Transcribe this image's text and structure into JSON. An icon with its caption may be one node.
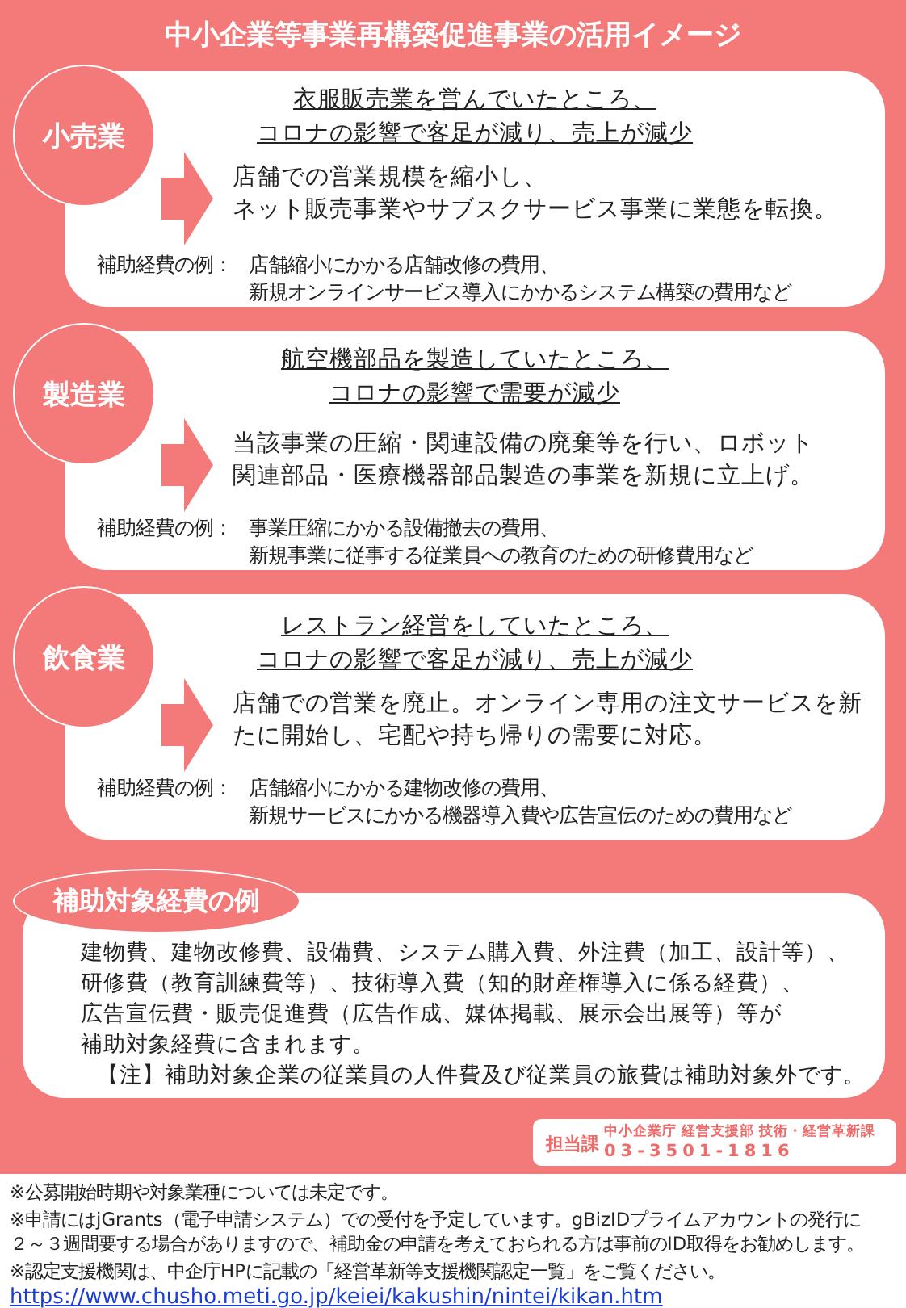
{
  "diagram": {
    "title": "中小企業等事業再構築促進事業の活用イメージ",
    "nodes": [
      {
        "text": [
          "小売業"
        ]
      },
      {
        "text": [
          "衣服販売業を営んでいたところ、コロナの影響で客足が減り、売上が減少",
          "店舗での営業規模を縮小し、ネット販売事業やサブスクサービス事業に業態を転換。",
          "補助経費の例：",
          "店舗縮小にかかる店舗改修の費用、新規オンラインサービス導入にかかるシステム構築の費用など"
        ]
      },
      {
        "text": [
          "製造業"
        ]
      },
      {
        "text": [
          "航空機部品を製造していたところ、コロナの影響で需要が減少",
          "当該事業の圧縮・関連設備の廃棄等を行い、ロボット関連部品・医療機器部品製造の事業を新規に立上げ。",
          "補助経費の例：",
          "事業圧縮にかかる設備撤去の費用、新規事業に従事する従業員への教育のための研修費用など"
        ]
      },
      {
        "text": [
          "飲食業"
        ]
      },
      {
        "text": [
          "レストラン経営をしていたところ、コロナの影響で客足が減り、売上が減少",
          "店舗での営業を廃止。オンライン専用の注文サービスを新たに開始し、宅配や持ち帰りの需要に対応。",
          "補助経費の例：",
          "店舗縮小にかかる建物改修の費用、新規サービスにかかる機器導入費や広告宣伝のための費用など"
        ]
      },
      {
        "text": [
          "補助対象経費の例"
        ]
      },
      {
        "text": [
          "建物費、建物改修費、設備費、システム購入費、外注費（加工、設計等）、研修費（教育訓練費等）、技術導入費（知的財産権導入に係る経費）、広告宣伝費・販売促進費（広告作成、媒体掲載、展示会出展等）等が補助対象経費に含まれます。",
          "【注】補助対象企業の従業員の人件費及び従業員の旅費は補助対象外です。"
        ]
      },
      {
        "text": [
          "担当課",
          "中小企業庁 経営支援部 技術・経営革新課",
          "03-3501-1816"
        ]
      }
    ],
    "labels": [
      "※公募開始時期や対象業種については未定です。",
      "※申請にはjGrants（電子申請システム）での受付を予定しています。gBizIDプライムアカウントの発行に２～３週間要する場合がありますので、補助金の申請を考えておられる方は事前のID取得をお勧めします。",
      "※認定支援機関は、中企庁HPに記載の「経営革新等支援機関認定一覧」をご覧ください。",
      "https://www.chusho.meti.go.jp/keiei/kakushin/nintei/kikan.htm"
    ]
  }
}
